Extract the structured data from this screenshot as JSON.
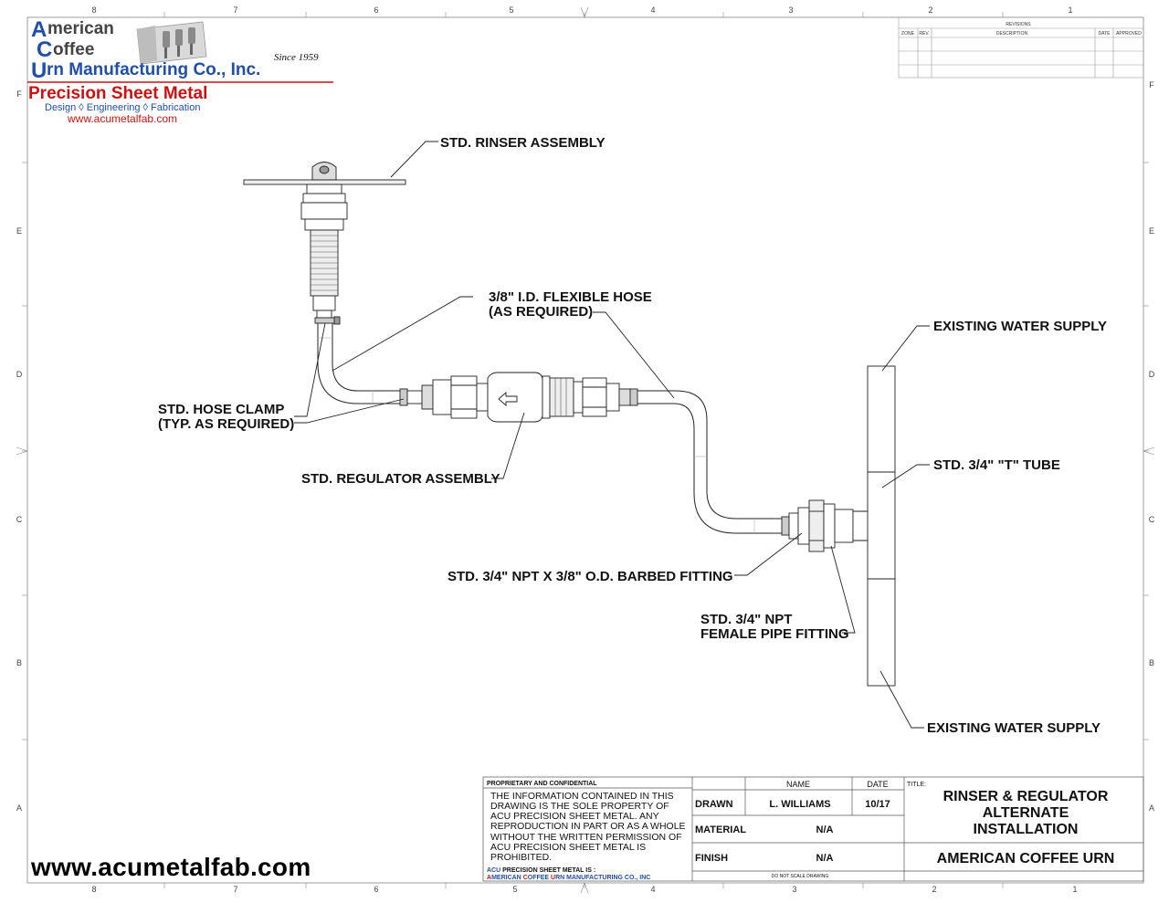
{
  "logo": {
    "line1_cap": "A",
    "line1_rest": "merican",
    "line2_cap": "C",
    "line2_rest": "offee",
    "line3_cap": "U",
    "line3_rest": "rn Manufacturing Co., Inc.",
    "since": "Since 1959",
    "banner": "Precision Sheet Metal",
    "services": "Design ◊ Engineering ◊ Fabrication",
    "url": "www.acumetalfab.com",
    "colors": {
      "blue": "#1f4fa8",
      "red": "#cc1111",
      "green": "#2a8a2a"
    }
  },
  "border": {
    "cols_top": [
      "8",
      "7",
      "6",
      "5",
      "4",
      "3",
      "2",
      "1"
    ],
    "rows": [
      "F",
      "E",
      "D",
      "C",
      "B",
      "A"
    ]
  },
  "revisions": {
    "title": "REVISIONS",
    "headers": [
      "ZONE",
      "REV.",
      "DESCRIPTION",
      "DATE",
      "APPROVED"
    ]
  },
  "callouts": {
    "rinser": "STD. RINSER ASSEMBLY",
    "hose_line1": "3/8\" I.D. FLEXIBLE HOSE",
    "hose_line2": "(AS REQUIRED)",
    "supply_top": "EXISTING WATER SUPPLY",
    "clamp_line1": "STD. HOSE CLAMP",
    "clamp_line2": "(TYP. AS REQUIRED)",
    "regulator": "STD. REGULATOR ASSEMBLY",
    "t_tube": "STD. 3/4\" \"T\" TUBE",
    "barbed": "STD. 3/4\" NPT X 3/8\" O.D. BARBED FITTING",
    "npt_line1": "STD. 3/4\" NPT",
    "npt_line2": "FEMALE PIPE FITTING",
    "supply_bottom": "EXISTING WATER SUPPLY"
  },
  "title_block": {
    "prop_title": "PROPRIETARY AND CONFIDENTIAL",
    "prop_lines": [
      "THE INFORMATION CONTAINED IN THIS",
      "DRAWING IS THE SOLE PROPERTY OF",
      "ACU PRECISION SHEET METAL.  ANY",
      "REPRODUCTION IN PART OR AS A WHOLE",
      "WITHOUT THE WRITTEN PERMISSION OF",
      "ACU PRECISION SHEET METAL IS",
      "PROHIBITED."
    ],
    "acu_is_prefix": "ACU",
    "acu_is_rest": " PRECISION SHEET METAL IS :",
    "company_a": "A",
    "company_merican": "MERICAN ",
    "company_c": "C",
    "company_offee": "OFFEE ",
    "company_u": "U",
    "company_rn": "RN MANUFACTURING CO., INC",
    "name_header": "NAME",
    "date_header": "DATE",
    "drawn_label": "DRAWN",
    "drawn_name": "L. WILLIAMS",
    "drawn_date": "10/17",
    "material_label": "MATERIAL",
    "material_value": "N/A",
    "finish_label": "FINISH",
    "finish_value": "N/A",
    "scale_note": "DO NOT SCALE DRAWING",
    "title_label": "TITLE:",
    "title_lines": [
      "RINSER & REGULATOR",
      "ALTERNATE",
      "INSTALLATION"
    ],
    "company_name": "AMERICAN COFFEE URN"
  },
  "footer_url": "www.acumetalfab.com"
}
